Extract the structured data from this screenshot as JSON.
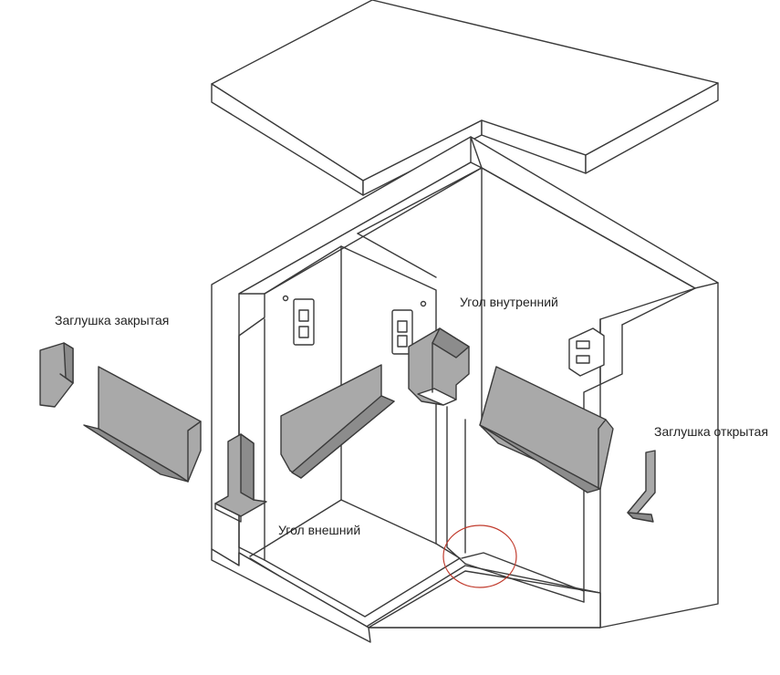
{
  "labels": {
    "cap_closed": "Заглушка закрытая",
    "corner_inner": "Угол внутренний",
    "cap_open": "Заглушка открытая",
    "corner_outer": "Угол внешний"
  },
  "colors": {
    "outline": "#3a3a3a",
    "fill_white": "#ffffff",
    "part_gray": "#a9a9a9",
    "part_gray_dark": "#8c8c8c",
    "highlight_circle": "#c0392b"
  }
}
